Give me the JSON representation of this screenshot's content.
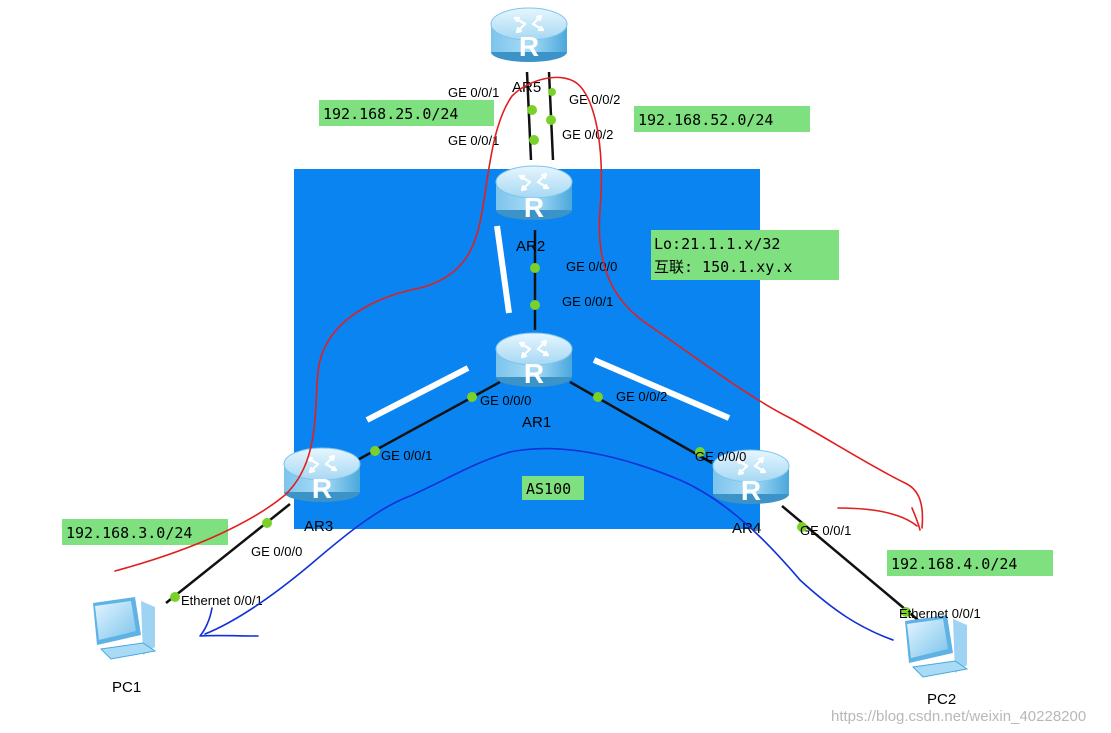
{
  "diagram": {
    "as_label": "AS100",
    "info_box": {
      "line1": "Lo:21.1.1.x/32",
      "line2": "互联: 150.1.xy.x"
    },
    "subnets": {
      "ar5_ar2_left": "192.168.25.0/24",
      "ar5_ar2_right": "192.168.52.0/24",
      "ar3_pc1": "192.168.3.0/24",
      "ar4_pc2": "192.168.4.0/24"
    },
    "routers": {
      "ar5": {
        "name": "AR5",
        "glyph": "R"
      },
      "ar2": {
        "name": "AR2",
        "glyph": "R"
      },
      "ar1": {
        "name": "AR1",
        "glyph": "R"
      },
      "ar3": {
        "name": "AR3",
        "glyph": "R"
      },
      "ar4": {
        "name": "AR4",
        "glyph": "R"
      }
    },
    "hosts": {
      "pc1": {
        "name": "PC1",
        "port": "Ethernet 0/0/1"
      },
      "pc2": {
        "name": "PC2",
        "port": "Ethernet 0/0/1"
      }
    },
    "ports": {
      "ar5_g001": "GE 0/0/1",
      "ar5_g002": "GE 0/0/2",
      "ar2_g001": "GE 0/0/1",
      "ar2_g002": "GE 0/0/2",
      "ar2_g000": "GE 0/0/0",
      "ar1_g001": "GE 0/0/1",
      "ar1_g000": "GE 0/0/0",
      "ar1_g002": "GE 0/0/2",
      "ar3_g001": "GE 0/0/1",
      "ar3_g000": "GE 0/0/0",
      "ar4_g000": "GE 0/0/0",
      "ar4_g001": "GE 0/0/1"
    },
    "colors": {
      "as_area": "#0a84f0",
      "label_bg": "#7ee07e",
      "link": "#111111",
      "port_dot": "#7ad12a",
      "router_light": "#bfe6fa",
      "router_dark": "#4aa8dc",
      "red_path": "#e02020",
      "blue_path": "#1030d8"
    },
    "watermark": "https://blog.csdn.net/weixin_40228200"
  }
}
